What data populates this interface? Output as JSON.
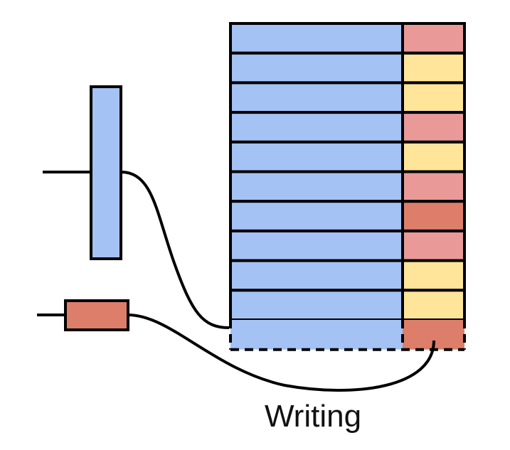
{
  "colors": {
    "stroke": "#000000",
    "key_block": "#a4c2f4",
    "pink": "#ea9999",
    "yellow": "#ffe599",
    "salmon": "#dd7e6b",
    "background": "#ffffff"
  },
  "memory": {
    "rows": [
      {
        "value_color": "pink"
      },
      {
        "value_color": "yellow"
      },
      {
        "value_color": "yellow"
      },
      {
        "value_color": "pink"
      },
      {
        "value_color": "yellow"
      },
      {
        "value_color": "pink"
      },
      {
        "value_color": "salmon"
      },
      {
        "value_color": "pink"
      },
      {
        "value_color": "yellow"
      },
      {
        "value_color": "yellow"
      }
    ],
    "new_row": {
      "key_color": "key_block",
      "value_color": "salmon",
      "dashed": true
    }
  },
  "inputs": {
    "key_vector": {
      "color": "key_block",
      "orientation": "vertical"
    },
    "value_vector": {
      "color": "salmon",
      "orientation": "horizontal"
    }
  },
  "caption": "Writing"
}
